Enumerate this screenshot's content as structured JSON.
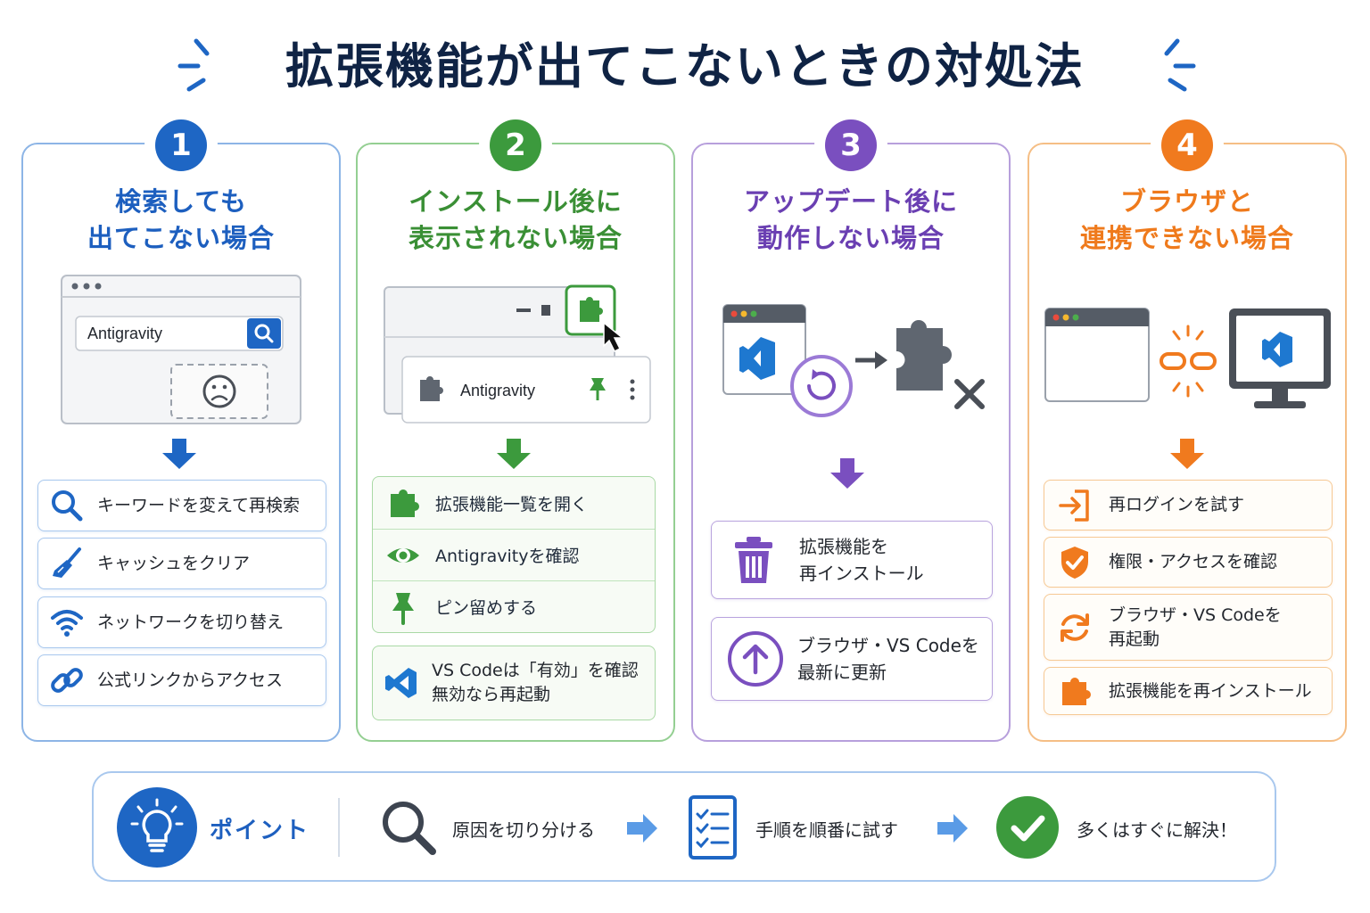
{
  "title": "拡張機能が出てこないときの対処法",
  "colors": {
    "navy": "#0f2344",
    "blue": "#1e66c4",
    "green": "#3c9a3d",
    "purple": "#7a4fbf",
    "orange": "#f07a1e"
  },
  "cards": [
    {
      "number": "1",
      "title_line1": "検索しても",
      "title_line2": "出てこない場合",
      "search_value": "Antigravity",
      "items": [
        {
          "icon": "search-icon",
          "label": "キーワードを変えて再検索"
        },
        {
          "icon": "broom-icon",
          "label": "キャッシュをクリア"
        },
        {
          "icon": "wifi-icon",
          "label": "ネットワークを切り替え"
        },
        {
          "icon": "link-icon",
          "label": "公式リンクからアクセス"
        }
      ]
    },
    {
      "number": "2",
      "title_line1": "インストール後に",
      "title_line2": "表示されない場合",
      "extension_name": "Antigravity",
      "items": [
        {
          "icon": "puzzle-icon",
          "label": "拡張機能一覧を開く"
        },
        {
          "icon": "eye-icon",
          "label": "Antigravityを確認"
        },
        {
          "icon": "pin-icon",
          "label": "ピン留めする"
        }
      ],
      "vs_item": {
        "icon": "vscode-icon",
        "line1": "VS Codeは「有効」を確認",
        "line2": "無効なら再起動"
      }
    },
    {
      "number": "3",
      "title_line1": "アップデート後に",
      "title_line2": "動作しない場合",
      "items": [
        {
          "icon": "trash-icon",
          "line1": "拡張機能を",
          "line2": "再インストール"
        },
        {
          "icon": "upload-icon",
          "line1": "ブラウザ・VS Codeを",
          "line2": "最新に更新"
        }
      ]
    },
    {
      "number": "4",
      "title_line1": "ブラウザと",
      "title_line2": "連携できない場合",
      "items": [
        {
          "icon": "login-icon",
          "line1": "再ログインを試す",
          "line2": ""
        },
        {
          "icon": "shield-icon",
          "line1": "権限・アクセスを確認",
          "line2": ""
        },
        {
          "icon": "refresh-icon",
          "line1": "ブラウザ・VS Codeを",
          "line2": "再起動"
        },
        {
          "icon": "puzzle-icon",
          "line1": "拡張機能を再インストール",
          "line2": ""
        }
      ]
    }
  ],
  "bottom": {
    "label": "ポイント",
    "steps": [
      {
        "icon": "search-icon",
        "label": "原因を切り分ける"
      },
      {
        "icon": "checklist-icon",
        "label": "手順を順番に試す"
      },
      {
        "icon": "check-circle-icon",
        "label": "多くはすぐに解決！"
      }
    ]
  }
}
